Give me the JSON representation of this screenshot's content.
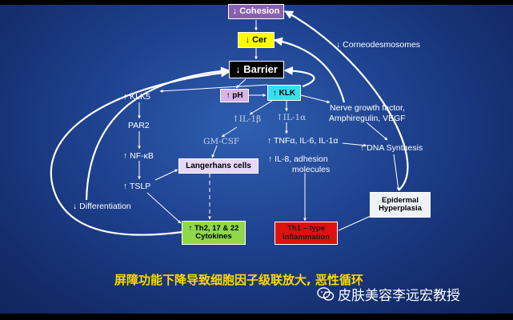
{
  "nodes": {
    "cohesion": "↓ Cohesion",
    "cer": "↓ Cer",
    "barrier": "↓ Barrier",
    "ph": "↑ pH",
    "klk": "↑ KLK",
    "corneodesmosomes": "↓ Corneodesmosomes",
    "klk5": "↑ KLK5",
    "par2": "PAR2",
    "nfkb": "↑ NF-κB",
    "tslp": "↑ TSLP",
    "differentiation": "↓ Differentiation",
    "il1b": "↑IL-1β",
    "gmcsf": "GM-CSF",
    "langerhans": "Langerhans cells",
    "th_cytokines_line1": "↑ Th2, 17 & 22",
    "th_cytokines_line2": "Cytokines",
    "il1a": "↑IL-1α",
    "tnf": "↑ TNFα, IL-6, IL-1α",
    "il8_line1": "↑  IL-8, adhesion",
    "il8_line2": "molecules",
    "th1_line1": "Th1 – type",
    "th1_line2": "inflammation",
    "ngf_line1": "Nerve growth factor,",
    "ngf_line2": "Amphiregulin, VEGF",
    "dna": "↑ DNA Synthesis",
    "epidermal_line1": "Epidermal",
    "epidermal_line2": "Hyperplasia"
  },
  "caption": "屏障功能下降导致细胞因子级联放大, 恶性循环",
  "watermark": {
    "icon": "wechat-icon",
    "text": "皮肤美容李远宏教授"
  },
  "colors": {
    "background": "#1d3f8c",
    "cohesion_box": "#8b5fb0",
    "cer_box": "#ffff00",
    "barrier_box": "#000000",
    "ph_box": "#d7b4e8",
    "klk_box": "#33e0f0",
    "langerhans_box": "#e6d8f2",
    "th_cytokines_box": "#8ed84a",
    "th1_box": "#e01010",
    "epidermal_box": "#eef2fa",
    "caption": "#ffd800"
  }
}
